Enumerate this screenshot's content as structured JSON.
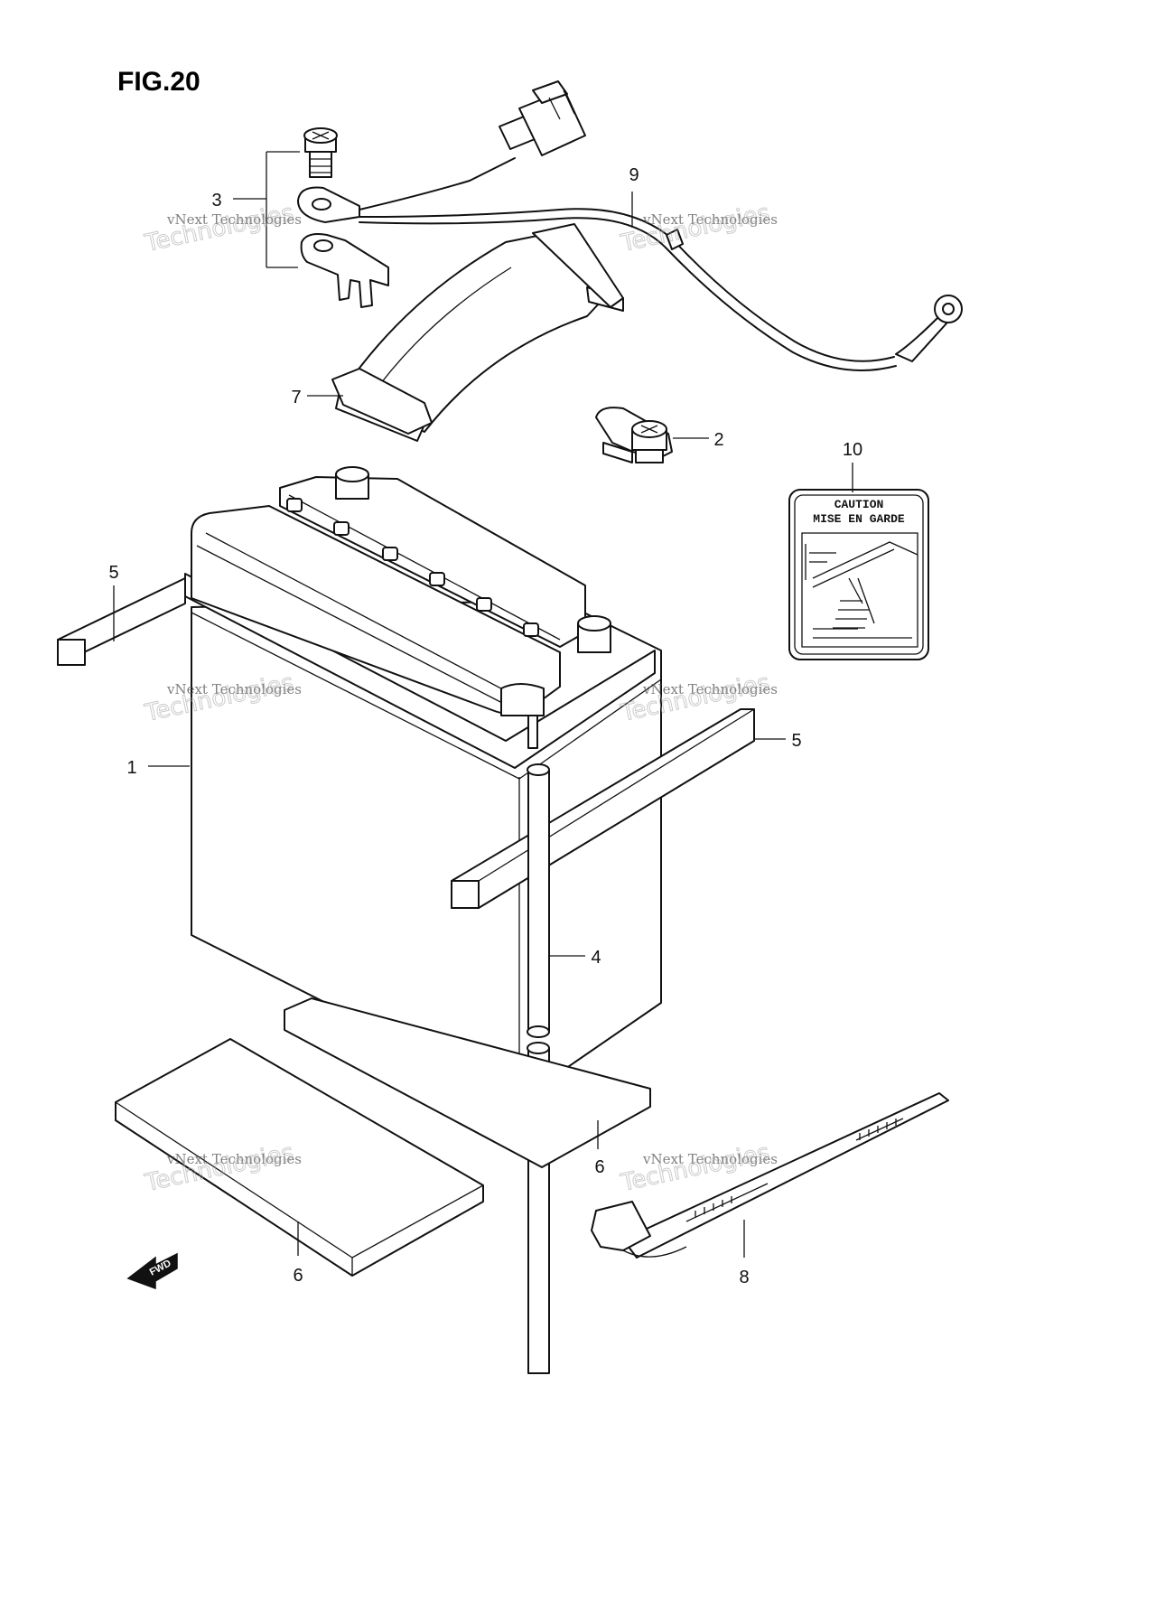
{
  "figure": {
    "title": "FIG.20"
  },
  "callouts": [
    {
      "id": "1",
      "label": "1"
    },
    {
      "id": "2",
      "label": "2"
    },
    {
      "id": "3",
      "label": "3"
    },
    {
      "id": "4",
      "label": "4"
    },
    {
      "id": "5a",
      "label": "5"
    },
    {
      "id": "5b",
      "label": "5"
    },
    {
      "id": "6a",
      "label": "6"
    },
    {
      "id": "6b",
      "label": "6"
    },
    {
      "id": "7",
      "label": "7"
    },
    {
      "id": "8",
      "label": "8"
    },
    {
      "id": "9",
      "label": "9"
    },
    {
      "id": "10",
      "label": "10"
    }
  ],
  "caution_label": {
    "line1": "CAUTION",
    "line2": "MISE EN GARDE"
  },
  "fwd_arrow": {
    "label": "FWD"
  },
  "watermark": {
    "line1": "vNext Technologies",
    "line2": "Technologies",
    "logo": "vNext"
  }
}
